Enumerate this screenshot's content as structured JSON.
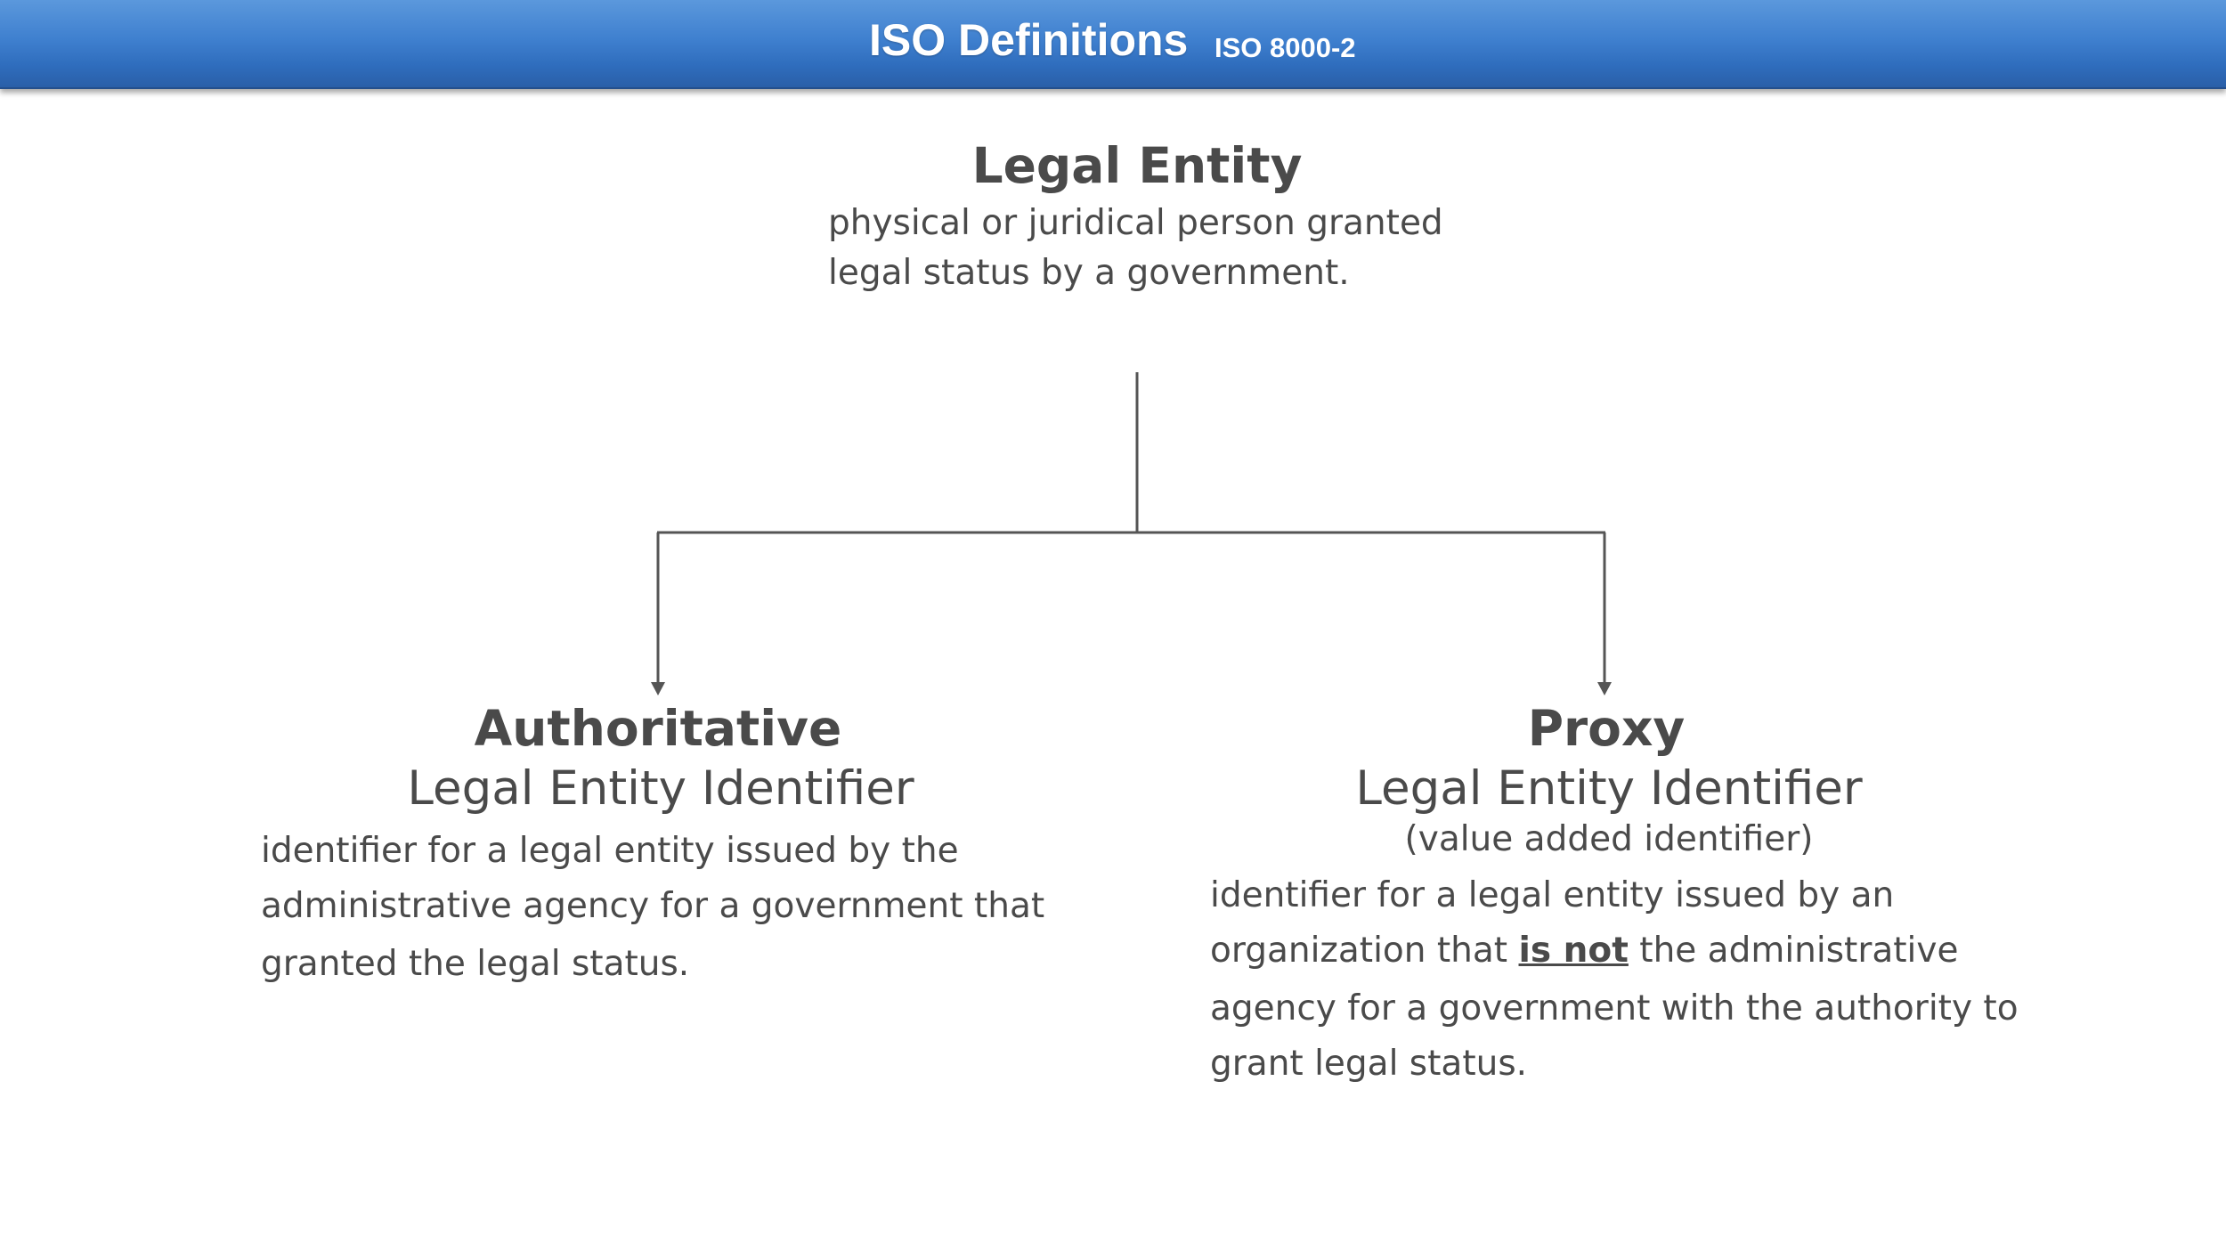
{
  "header": {
    "title": "ISO Definitions",
    "subtitle": "ISO 8000-2"
  },
  "root": {
    "title": "Legal Entity",
    "definition_lines": [
      "physical or juridical person granted",
      "legal status by a government."
    ]
  },
  "authoritative": {
    "title": "Authoritative",
    "subtitle": "Legal Entity Identifier",
    "definition_lines": [
      "identifier for a legal entity issued by the",
      "administrative agency for a government that",
      "granted the legal status."
    ]
  },
  "proxy": {
    "title": "Proxy",
    "subtitle": "Legal Entity Identifier",
    "note": "(value added identifier)",
    "definition": {
      "line1": "identifier for a legal entity issued by an",
      "line2_before": "organization that ",
      "line2_emphasis": "is not",
      "line2_after": " the administrative",
      "line3": "agency for a government with the authority to",
      "line4": "grant legal status."
    }
  },
  "colors": {
    "header_top": "#5b98dc",
    "header_bottom": "#2a5fa8",
    "text": "#4a4a4a",
    "connector": "#555555"
  }
}
